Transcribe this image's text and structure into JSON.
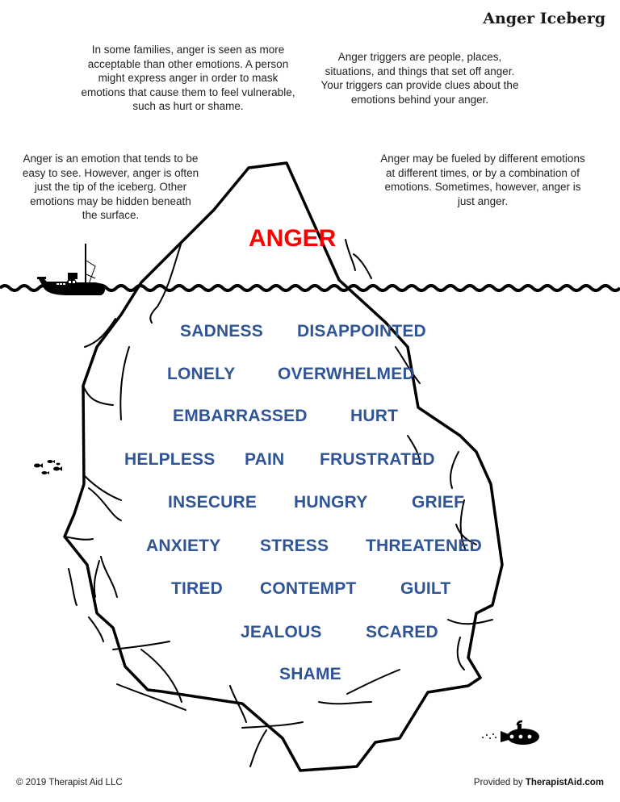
{
  "header": {
    "title": "Anger Iceberg"
  },
  "notes": [
    "In some families, anger is seen as more acceptable than other emotions. A person might express anger in order to mask emotions that cause them to feel vulnerable, such as hurt or shame.",
    "Anger triggers are people, places, situations, and things that set off anger. Your triggers can provide clues about the emotions behind your anger.",
    "Anger is an emotion that tends to be easy to see. However, anger is often just the tip of the iceberg. Other emotions may be hidden beneath the surface.",
    "Anger may be fueled by different emotions at different times, or by a combination of emotions. Sometimes, however, anger is just anger."
  ],
  "iceberg": {
    "tip_label": "ANGER",
    "tip_color": "#ff0000",
    "word_color": "#2f5597",
    "hidden_emotions": [
      "SADNESS",
      "DISAPPOINTED",
      "LONELY",
      "OVERWHELMED",
      "EMBARRASSED",
      "HURT",
      "HELPLESS",
      "PAIN",
      "FRUSTRATED",
      "INSECURE",
      "HUNGRY",
      "GRIEF",
      "ANXIETY",
      "STRESS",
      "THREATENED",
      "TIRED",
      "CONTEMPT",
      "GUILT",
      "JEALOUS",
      "SCARED",
      "SHAME"
    ]
  },
  "illustrations": [
    "fishing-boat-icon",
    "fish-school-icon",
    "submarine-icon",
    "water-waves"
  ],
  "footer": {
    "copyright": "© 2019 Therapist Aid LLC",
    "provided_by_prefix": "Provided by ",
    "provided_by_brand": "TherapistAid.com"
  }
}
